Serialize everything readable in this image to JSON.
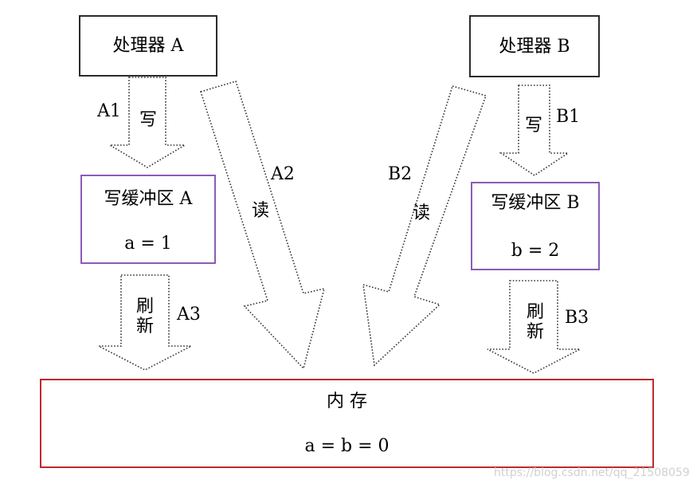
{
  "processor_a": {
    "label": "处理器 A"
  },
  "processor_b": {
    "label": "处理器 B"
  },
  "buffer_a": {
    "title": "写缓冲区 A",
    "value": "a = 1"
  },
  "buffer_b": {
    "title": "写缓冲区 B",
    "value": "b = 2"
  },
  "memory": {
    "title": "内 存",
    "value": "a = b = 0"
  },
  "arrows": {
    "a1": {
      "id": "A1",
      "action": "写"
    },
    "b1": {
      "id": "B1",
      "action": "写"
    },
    "a2": {
      "id": "A2",
      "action": "读"
    },
    "b2": {
      "id": "B2",
      "action": "读"
    },
    "a3": {
      "id": "A3",
      "action_line1": "刷",
      "action_line2": "新"
    },
    "b3": {
      "id": "B3",
      "action_line1": "刷",
      "action_line2": "新"
    }
  },
  "watermark": "https://blog.csdn.net/qq_21508059",
  "colors": {
    "processor_border": "#2b2b2b",
    "buffer_border": "#8a5cb8",
    "memory_border": "#c0282d"
  }
}
